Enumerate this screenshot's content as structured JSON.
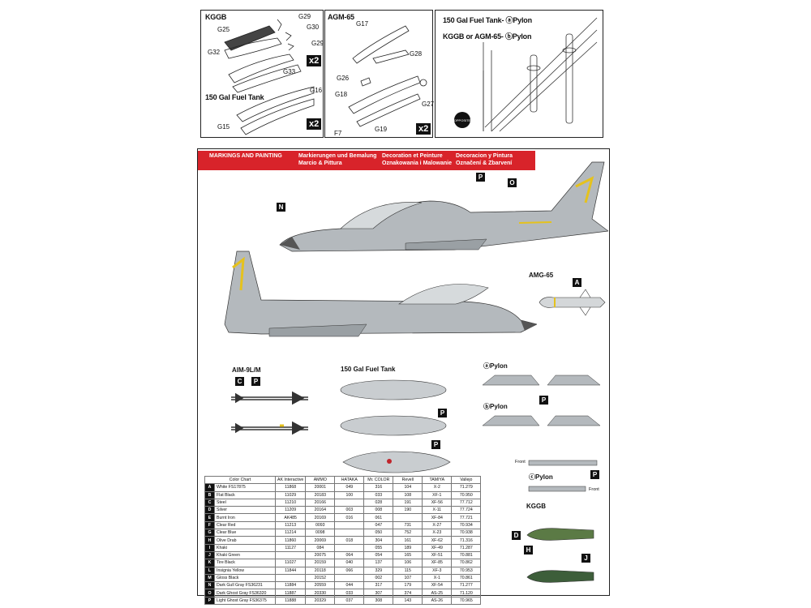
{
  "top_panels": {
    "kggb": {
      "title": "KGGB",
      "parts": [
        "G25",
        "G29",
        "G30",
        "G29",
        "G32",
        "G33"
      ],
      "count": "x2"
    },
    "fuel_tank": {
      "title": "150 Gal Fuel Tank",
      "parts": [
        "G16",
        "G15"
      ],
      "count": "x2"
    },
    "agm65": {
      "title": "AGM-65",
      "parts": [
        "G17",
        "G28",
        "G26",
        "G18",
        "G27",
        "G19",
        "F7"
      ],
      "count": "x2"
    },
    "pylon": {
      "line1": "150 Gal Fuel Tank- ⓐPylon",
      "line2": "KGGB or AGM-65- ⓑPylon",
      "badge": "OPPOSITE"
    }
  },
  "header": {
    "en": "MARKINGS AND PAINTING",
    "de": "Markierungen und Bemalung",
    "it": "Marcio & Pittura",
    "fr": "Decoration et Peinture",
    "pl": "Oznakowania i Malowanie",
    "es": "Decoracion y Pintura",
    "cz": "Označení & Zbarvení"
  },
  "sections": {
    "amg": "AMG-65",
    "aim": "AIM-9L/M",
    "tank": "150 Gal Fuel Tank",
    "pylon_a": "ⓐPylon",
    "pylon_b": "ⓑPylon",
    "pylon_c": "ⓒPylon",
    "kggb": "KGGB",
    "front": "Front"
  },
  "markers": {
    "N": "N",
    "P": "P",
    "O": "O",
    "A": "A",
    "C": "C",
    "D": "D",
    "H": "H",
    "J": "J"
  },
  "color_chart": {
    "headers": [
      "Color Chart",
      "",
      "AK Interactive",
      "AMMO",
      "HATAKA",
      "Mr. COLOR",
      "Revell",
      "TAMIYA",
      "Vallejo"
    ],
    "rows": [
      [
        "A",
        "White FS17875",
        "11868",
        "20001",
        "049",
        "316",
        "104",
        "X-2",
        "71.279"
      ],
      [
        "B",
        "Flat Black",
        "11029",
        "20183",
        "100",
        "033",
        "108",
        "XF-1",
        "70.950"
      ],
      [
        "C",
        "Steel",
        "11210",
        "20166",
        "",
        "028",
        "191",
        "XF-56",
        "77.712"
      ],
      [
        "D",
        "Silver",
        "11209",
        "20164",
        "003",
        "008",
        "190",
        "X-11",
        "77.724"
      ],
      [
        "E",
        "Burnt Iron",
        "AK485",
        "20169",
        "016",
        "061",
        "",
        "XF-84",
        "77.721"
      ],
      [
        "F",
        "Clear Red",
        "11213",
        "0093",
        "",
        "047",
        "731",
        "X-27",
        "70.934"
      ],
      [
        "G",
        "Clear Blue",
        "11214",
        "0098",
        "",
        "050",
        "752",
        "X-23",
        "70.938"
      ],
      [
        "H",
        "Olive Drab",
        "11860",
        "20069",
        "018",
        "304",
        "161",
        "XF-62",
        "71.316"
      ],
      [
        "I",
        "Khaki",
        "11127",
        "084",
        "",
        "055",
        "189",
        "XF-49",
        "71.287"
      ],
      [
        "J",
        "Khaki Green",
        "",
        "20075",
        "064",
        "054",
        "165",
        "XF-51",
        "70.881"
      ],
      [
        "K",
        "Tire Black",
        "11027",
        "20159",
        "040",
        "137",
        "106",
        "XF-85",
        "70.862"
      ],
      [
        "L",
        "Insignia Yellow",
        "11844",
        "20118",
        "066",
        "329",
        "115",
        "XF-3",
        "70.953"
      ],
      [
        "M",
        "Gloss Black",
        "",
        "20152",
        "",
        "002",
        "107",
        "X-1",
        "70.861"
      ],
      [
        "N",
        "Dark Gull Gray FS36231",
        "11884",
        "20559",
        "044",
        "317",
        "179",
        "XF-54",
        "71.277"
      ],
      [
        "O",
        "Dark Ghost Gray FS36320",
        "11887",
        "20330",
        "033",
        "307",
        "374",
        "AS-25",
        "71.120"
      ],
      [
        "P",
        "Light Ghost Gray FS36375",
        "11888",
        "20329",
        "037",
        "308",
        "143",
        "AS-26",
        "70.965"
      ]
    ]
  }
}
